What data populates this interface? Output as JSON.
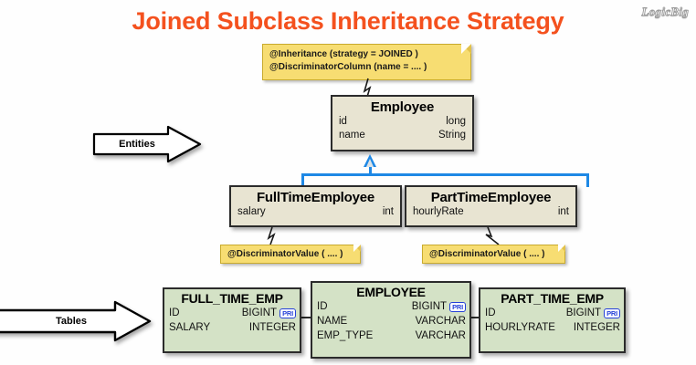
{
  "page": {
    "title": "Joined Subclass Inheritance Strategy",
    "logo": "LogicBig",
    "title_color": "#f4511e",
    "accent_color": "#1e88e5",
    "note_color": "#f7dd72",
    "entity_color": "#e8e4d2",
    "table_color": "#d4e2c6"
  },
  "arrows": {
    "entities": "Entities",
    "tables": "Tables"
  },
  "notes": {
    "inheritance": {
      "line1": "@Inheritance (strategy = JOINED )",
      "line2": "@DiscriminatorColumn (name = .... )"
    },
    "discriminator_fulltime": "@DiscriminatorValue ( .... )",
    "discriminator_parttime": "@DiscriminatorValue ( .... )"
  },
  "entities": [
    {
      "name": "Employee",
      "fields": [
        {
          "field": "id",
          "type": "long"
        },
        {
          "field": "name",
          "type": "String"
        }
      ]
    },
    {
      "name": "FullTimeEmployee",
      "fields": [
        {
          "field": "salary",
          "type": "int"
        }
      ]
    },
    {
      "name": "PartTimeEmployee",
      "fields": [
        {
          "field": "hourlyRate",
          "type": "int"
        }
      ]
    }
  ],
  "tables": [
    {
      "name": "FULL_TIME_EMP",
      "columns": [
        {
          "column": "ID",
          "type": "BIGINT",
          "key": "PRI"
        },
        {
          "column": "SALARY",
          "type": "INTEGER",
          "key": ""
        }
      ]
    },
    {
      "name": "EMPLOYEE",
      "columns": [
        {
          "column": "ID",
          "type": "BIGINT",
          "key": "PRI"
        },
        {
          "column": "NAME",
          "type": "VARCHAR",
          "key": ""
        },
        {
          "column": "EMP_TYPE",
          "type": "VARCHAR",
          "key": ""
        }
      ]
    },
    {
      "name": "PART_TIME_EMP",
      "columns": [
        {
          "column": "ID",
          "type": "BIGINT",
          "key": "PRI"
        },
        {
          "column": "HOURLYRATE",
          "type": "INTEGER",
          "key": ""
        }
      ]
    }
  ]
}
